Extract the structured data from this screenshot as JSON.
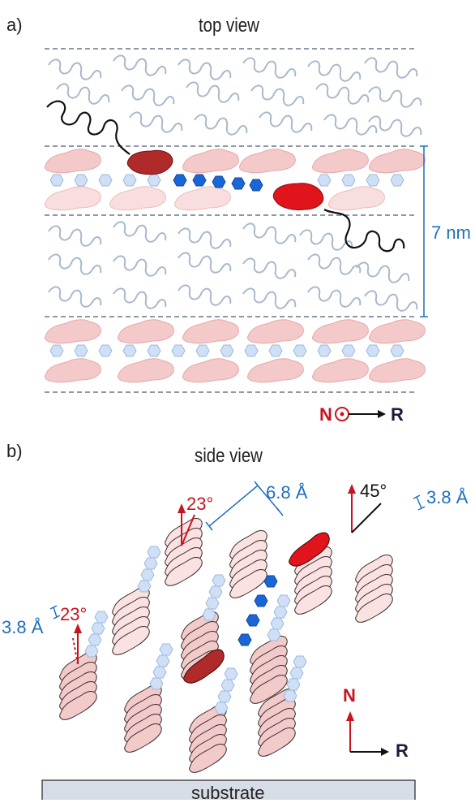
{
  "panel_a": {
    "label": "a)",
    "title": "top view",
    "dimension_label": "7 nm",
    "axis_n": "N",
    "axis_r": "R"
  },
  "panel_b": {
    "label": "b)",
    "title": "side view",
    "spacing_large": "6.8 Å",
    "spacing_small_right": "3.8 Å",
    "spacing_small_left": "3.8 Å",
    "angle_top": "23°",
    "angle_left": "23°",
    "angle_axis": "45°",
    "axis_n": "N",
    "axis_r": "R",
    "substrate_label": "substrate"
  },
  "colors": {
    "ring_pink": "#f2c4c4",
    "ring_dark_red": "#b02a2a",
    "ring_red": "#e0141a",
    "ring_blue_light": "#c8dcf4",
    "ring_blue": "#1a66d6",
    "chain": "#8aa0bb",
    "annotation_blue": "#1f6fc0",
    "annotation_red": "#c8141e",
    "substrate_fill": "#d7dde6"
  }
}
